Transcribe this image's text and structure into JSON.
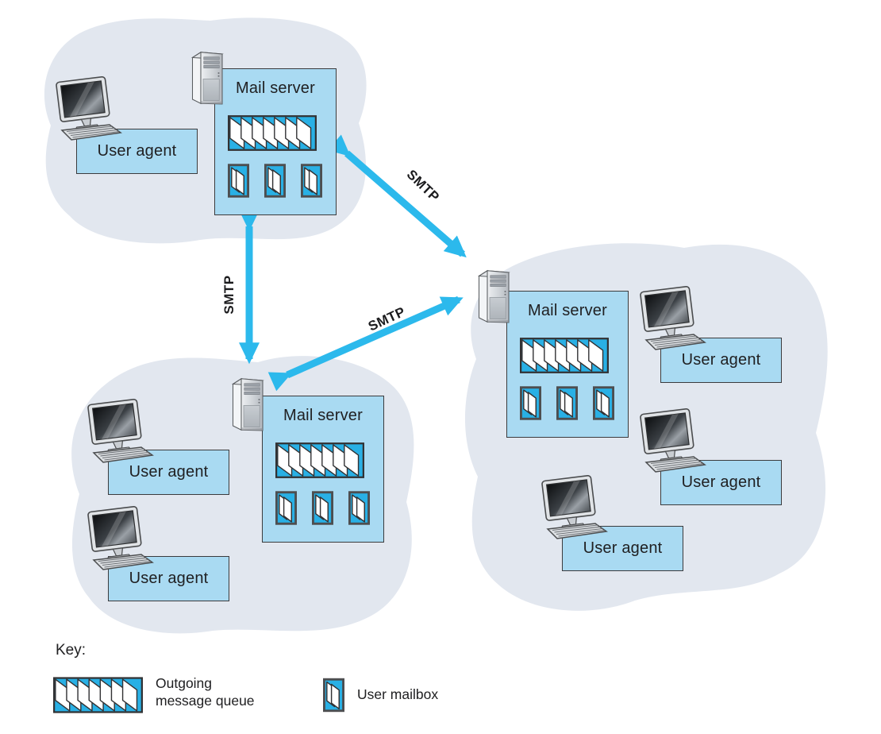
{
  "figure_type": "email-infrastructure-diagram",
  "colors": {
    "cloud_fill": "#e2e7ef",
    "box_fill": "#a9daf2",
    "box_border": "#3b3b3d",
    "queue_fill": "#29b0e5",
    "arrow": "#2cb9ec",
    "text": "#202022"
  },
  "mail_servers": [
    {
      "label": "Mail server",
      "region": "top-left",
      "queues": 1,
      "mailboxes": 3
    },
    {
      "label": "Mail server",
      "region": "bottom-left",
      "queues": 1,
      "mailboxes": 3
    },
    {
      "label": "Mail server",
      "region": "right",
      "queues": 1,
      "mailboxes": 3
    }
  ],
  "user_agents": [
    {
      "label": "User agent",
      "region": "top-left"
    },
    {
      "label": "User agent",
      "region": "bottom-left"
    },
    {
      "label": "User agent",
      "region": "bottom-left"
    },
    {
      "label": "User agent",
      "region": "right"
    },
    {
      "label": "User agent",
      "region": "right"
    },
    {
      "label": "User agent",
      "region": "right"
    }
  ],
  "smtp_links": [
    {
      "label": "SMTP",
      "from": "mail-server-top-left",
      "to": "mail-server-bottom-left"
    },
    {
      "label": "SMTP",
      "from": "mail-server-top-left",
      "to": "mail-server-right"
    },
    {
      "label": "SMTP",
      "from": "mail-server-bottom-left",
      "to": "mail-server-right"
    }
  ],
  "key": {
    "heading": "Key:",
    "items": [
      {
        "icon": "outgoing-queue-icon",
        "label_lines": [
          "Outgoing",
          "message queue"
        ]
      },
      {
        "icon": "user-mailbox-icon",
        "label": "User mailbox"
      }
    ]
  }
}
